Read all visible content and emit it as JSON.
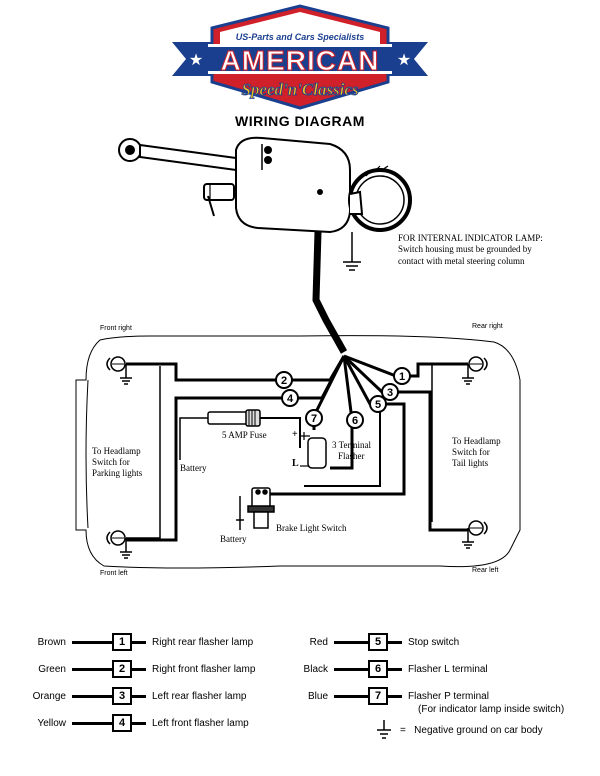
{
  "logo": {
    "tagline": "US-Parts and Cars Specialists",
    "brand": "AMERICAN",
    "subbrand": "Speed'n'Classics"
  },
  "title": "WIRING DIAGRAM",
  "notes": {
    "indicator_heading": "FOR INTERNAL INDICATOR LAMP:",
    "indicator_line1": "Switch housing must be grounded by",
    "indicator_line2": "contact with metal steering column"
  },
  "corners": {
    "front_right": "Front right",
    "rear_right": "Rear right",
    "front_left": "Front left",
    "rear_left": "Rear left"
  },
  "labels": {
    "headlamp_left_1": "To Headlamp",
    "headlamp_left_2": "Switch for",
    "headlamp_left_3": "Parking lights",
    "headlamp_right_1": "To Headlamp",
    "headlamp_right_2": "Switch for",
    "headlamp_right_3": "Tail lights",
    "fuse": "5 AMP Fuse",
    "battery_top": "Battery",
    "battery_bottom": "Battery",
    "flasher_1": "3 Terminal",
    "flasher_2": "Flasher",
    "brake_switch": "Brake Light Switch",
    "plus_sign": "+",
    "l_sign": "L"
  },
  "wire_numbers": [
    "1",
    "2",
    "3",
    "4",
    "5",
    "6",
    "7"
  ],
  "legend_left": [
    {
      "color": "Brown",
      "num": "1",
      "desc": "Right rear flasher lamp"
    },
    {
      "color": "Green",
      "num": "2",
      "desc": "Right front flasher lamp"
    },
    {
      "color": "Orange",
      "num": "3",
      "desc": "Left rear flasher lamp"
    },
    {
      "color": "Yellow",
      "num": "4",
      "desc": "Left front flasher lamp"
    }
  ],
  "legend_right": [
    {
      "color": "Red",
      "num": "5",
      "desc": "Stop switch"
    },
    {
      "color": "Black",
      "num": "6",
      "desc": "Flasher L terminal"
    },
    {
      "color": "Blue",
      "num": "7",
      "desc": "Flasher P terminal",
      "desc2": "(For indicator lamp inside switch)"
    }
  ],
  "ground_legend": "=   Negative ground on car body",
  "colors": {
    "logo_red": "#d0202a",
    "logo_blue": "#1b3f8f",
    "logo_yellow": "#f3c21b"
  }
}
